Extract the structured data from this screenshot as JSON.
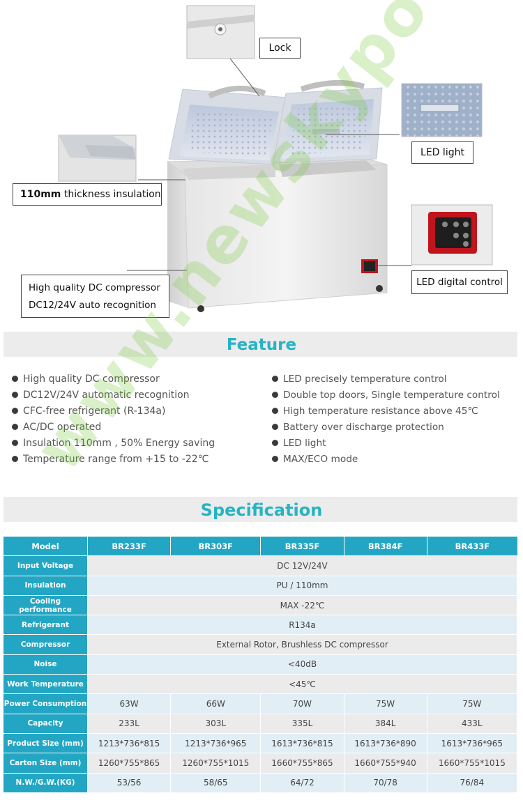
{
  "callouts": {
    "lock": "Lock",
    "led_light": "LED light",
    "insulation_bold": "110mm",
    "insulation_rest": " thickness insulation",
    "compressor_line1": "High quality DC compressor",
    "compressor_line2": "DC12/24V auto recognition",
    "led_control": "LED digital control"
  },
  "feature": {
    "title": "Feature",
    "left": [
      "High quality DC compressor",
      "DC12V/24V automatic recognition",
      "CFC-free refrigerant (R-134a)",
      "AC/DC operated",
      "Insulation 110mm , 50% Energy saving",
      "Temperature range from +15 to -22℃"
    ],
    "right": [
      "LED precisely temperature control",
      "Double top doors, Single temperature control",
      "High temperature resistance above 45℃",
      "Battery over discharge protection",
      "LED light",
      "MAX/ECO mode"
    ]
  },
  "specification": {
    "title": "Specification",
    "header": [
      "Model",
      "BR233F",
      "BR303F",
      "BR335F",
      "BR384F",
      "BR433F"
    ],
    "shared_rows": [
      {
        "label": "Input Voltage",
        "value": "DC 12V/24V"
      },
      {
        "label": "Insulation",
        "value": "PU / 110mm"
      },
      {
        "label": "Cooling performance",
        "value": "MAX -22℃"
      },
      {
        "label": "Refrigerant",
        "value": "R134a"
      },
      {
        "label": "Compressor",
        "value": "External Rotor, Brushless DC compressor"
      },
      {
        "label": "Noise",
        "value": "<40dB"
      },
      {
        "label": "Work Temperature",
        "value": "<45℃"
      }
    ],
    "model_rows": [
      {
        "label": "Power Consumption",
        "values": [
          "63W",
          "66W",
          "70W",
          "75W",
          "75W"
        ]
      },
      {
        "label": "Capacity",
        "values": [
          "233L",
          "303L",
          "335L",
          "384L",
          "433L"
        ]
      },
      {
        "label": "Product Size (mm)",
        "values": [
          "1213*736*815",
          "1213*736*965",
          "1613*736*815",
          "1613*736*890",
          "1613*736*965"
        ]
      },
      {
        "label": "Carton Size (mm)",
        "values": [
          "1260*755*865",
          "1260*755*1015",
          "1660*755*865",
          "1660*755*940",
          "1660*755*1015"
        ]
      },
      {
        "label": "N.W./G.W.(KG)",
        "values": [
          "53/56",
          "58/65",
          "64/72",
          "70/78",
          "76/84"
        ]
      }
    ]
  },
  "watermark": "www.newskypower.com",
  "colors": {
    "accent": "#27b3c4",
    "table_header": "#23a6c3",
    "watermark": "#78c83c"
  }
}
